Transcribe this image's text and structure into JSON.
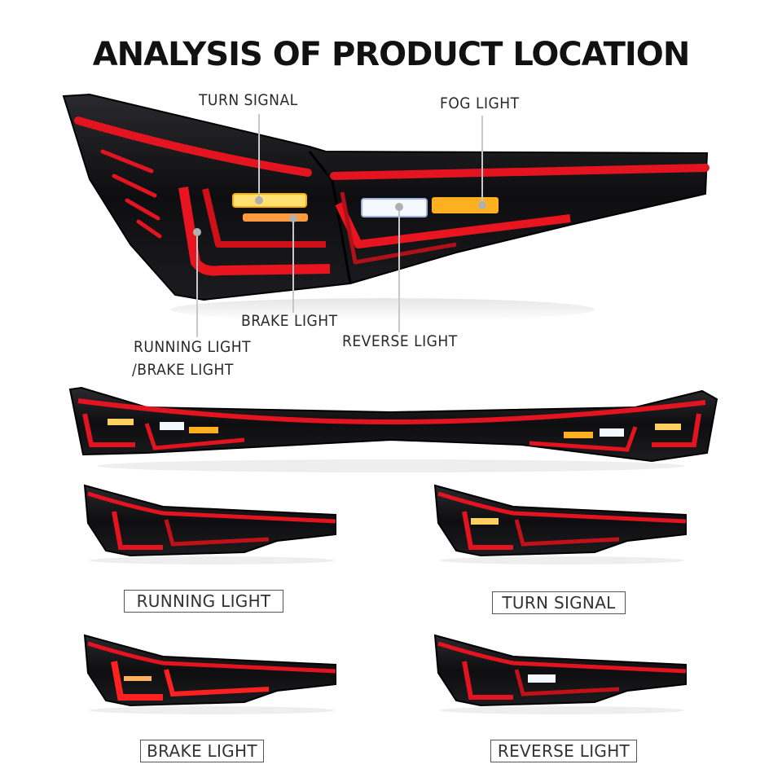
{
  "title": "ANALYSIS OF PRODUCT LOCATION",
  "callouts": {
    "turn_signal": "TURN SIGNAL",
    "fog_light": "FOG LIGHT",
    "brake_light": "BRAKE LIGHT",
    "reverse_light": "REVERSE LIGHT",
    "running_light_line1": "RUNNING LIGHT",
    "running_light_line2": "/BRAKE LIGHT"
  },
  "modes": {
    "running_light": "RUNNING LIGHT",
    "turn_signal": "TURN SIGNAL",
    "brake_light": "BRAKE LIGHT",
    "reverse_light": "REVERSE LIGHT"
  },
  "colors": {
    "housing": "#121214",
    "red_led": "#e0101c",
    "amber": "#ffb020",
    "white": "#ffffff",
    "leader": "#c8c8c8"
  }
}
